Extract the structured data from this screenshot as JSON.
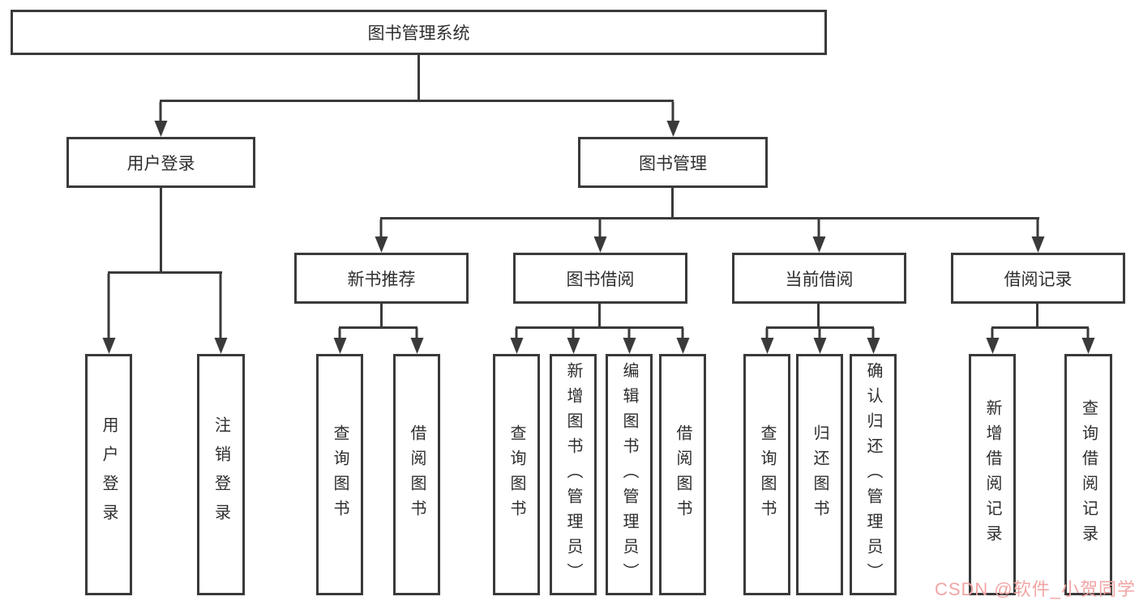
{
  "diagram": {
    "tree": {
      "label": "图书管理系统",
      "children": [
        {
          "label": "用户登录",
          "children": [
            {
              "label": "用户登录"
            },
            {
              "label": "注销登录"
            }
          ]
        },
        {
          "label": "图书管理",
          "children": [
            {
              "label": "新书推荐",
              "children": [
                {
                  "label": "查询图书"
                },
                {
                  "label": "借阅图书"
                }
              ]
            },
            {
              "label": "图书借阅",
              "children": [
                {
                  "label": "查询图书"
                },
                {
                  "label": "新增图书（管理员）"
                },
                {
                  "label": "编辑图书（管理员）"
                },
                {
                  "label": "借阅图书"
                }
              ]
            },
            {
              "label": "当前借阅",
              "children": [
                {
                  "label": "查询图书"
                },
                {
                  "label": "归还图书"
                },
                {
                  "label": "确认归还（管理员）"
                }
              ]
            },
            {
              "label": "借阅记录",
              "children": [
                {
                  "label": "新增借阅记录"
                },
                {
                  "label": "查询借阅记录"
                }
              ]
            }
          ]
        }
      ]
    }
  },
  "watermark": {
    "text": "CSDN @软件_小贺同学"
  },
  "colors": {
    "line": "#3a3a3a",
    "text": "#2e2e2e",
    "background": "#ffffff",
    "watermark": "#f2a4a4"
  }
}
